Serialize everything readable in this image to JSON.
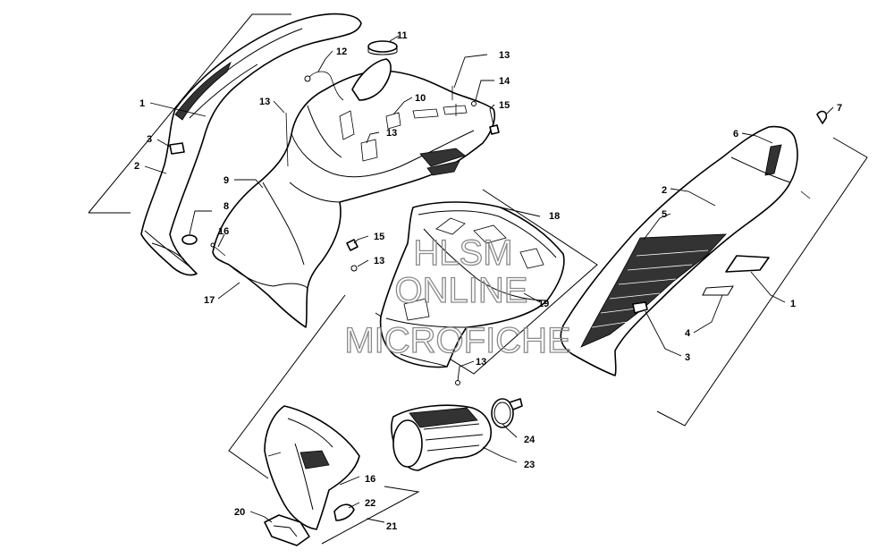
{
  "watermark": {
    "line1": "HLSM",
    "line2": "ONLINE",
    "line3": "MICROFICHE"
  },
  "callouts": [
    {
      "id": "c1a",
      "label": "1"
    },
    {
      "id": "c1b",
      "label": "1"
    },
    {
      "id": "c2a",
      "label": "2"
    },
    {
      "id": "c2b",
      "label": "2"
    },
    {
      "id": "c3a",
      "label": "3"
    },
    {
      "id": "c3b",
      "label": "3"
    },
    {
      "id": "c4",
      "label": "4"
    },
    {
      "id": "c5",
      "label": "5"
    },
    {
      "id": "c6",
      "label": "6"
    },
    {
      "id": "c7",
      "label": "7"
    },
    {
      "id": "c8",
      "label": "8"
    },
    {
      "id": "c9",
      "label": "9"
    },
    {
      "id": "c10",
      "label": "10"
    },
    {
      "id": "c11",
      "label": "11"
    },
    {
      "id": "c12",
      "label": "12"
    },
    {
      "id": "c13a",
      "label": "13"
    },
    {
      "id": "c13b",
      "label": "13"
    },
    {
      "id": "c13c",
      "label": "13"
    },
    {
      "id": "c13d",
      "label": "13"
    },
    {
      "id": "c13e",
      "label": "13"
    },
    {
      "id": "c14",
      "label": "14"
    },
    {
      "id": "c15a",
      "label": "15"
    },
    {
      "id": "c15b",
      "label": "15"
    },
    {
      "id": "c16a",
      "label": "16"
    },
    {
      "id": "c16b",
      "label": "16"
    },
    {
      "id": "c17",
      "label": "17"
    },
    {
      "id": "c18",
      "label": "18"
    },
    {
      "id": "c19",
      "label": "19"
    },
    {
      "id": "c20",
      "label": "20"
    },
    {
      "id": "c21",
      "label": "21"
    },
    {
      "id": "c22",
      "label": "22"
    },
    {
      "id": "c23",
      "label": "23"
    },
    {
      "id": "c24",
      "label": "24"
    }
  ]
}
